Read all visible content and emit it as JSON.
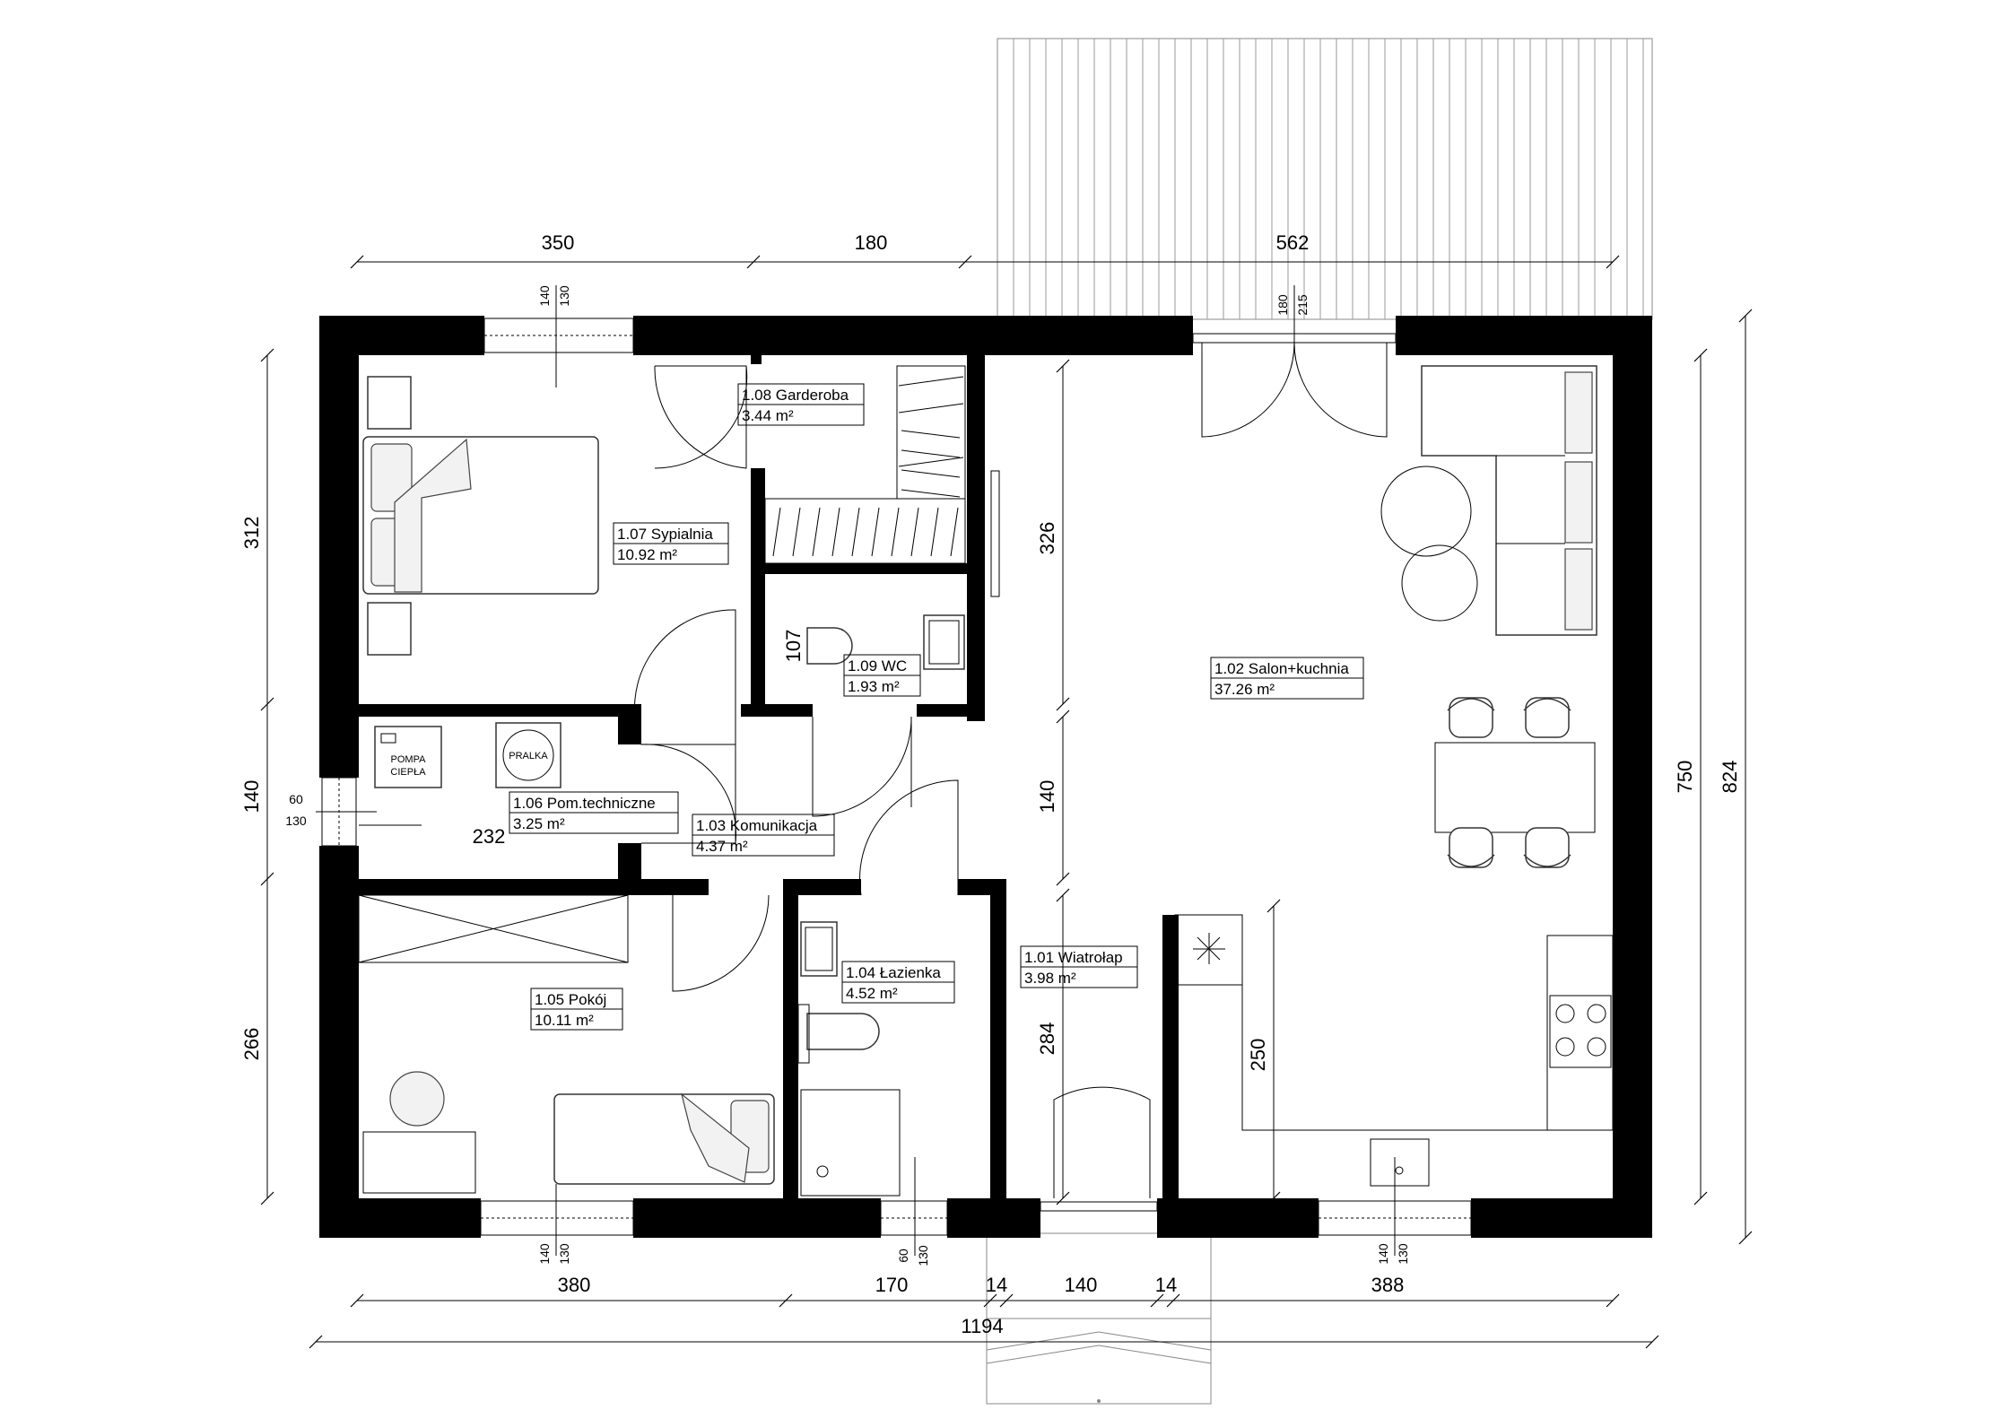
{
  "rooms": [
    {
      "id": "1.01",
      "label": "1.01 Wiatrołap",
      "area": "3.98 m²"
    },
    {
      "id": "1.02",
      "label": "1.02 Salon+kuchnia",
      "area": "37.26 m²"
    },
    {
      "id": "1.03",
      "label": "1.03 Komunikacja",
      "area": "4.37 m²"
    },
    {
      "id": "1.04",
      "label": "1.04 Łazienka",
      "area": "4.52 m²"
    },
    {
      "id": "1.05",
      "label": "1.05 Pokój",
      "area": "10.11 m²"
    },
    {
      "id": "1.06",
      "label": "1.06 Pom.techniczne",
      "area": "3.25 m²"
    },
    {
      "id": "1.07",
      "label": "1.07 Sypialnia",
      "area": "10.92 m²"
    },
    {
      "id": "1.08",
      "label": "1.08 Garderoba",
      "area": "3.44 m²"
    },
    {
      "id": "1.09",
      "label": "1.09 WC",
      "area": "1.93 m²"
    }
  ],
  "dimensions": {
    "top": [
      "350",
      "180",
      "562"
    ],
    "bottom": [
      "380",
      "170",
      "14",
      "140",
      "14",
      "388"
    ],
    "total_width": "1194",
    "left": [
      "312",
      "140",
      "266"
    ],
    "right_inner": "750",
    "right_outer": "824",
    "interior": {
      "wardrobe_depth": "326",
      "wc_height": "107",
      "corridor": "140",
      "hall": "284",
      "kitchen": "250",
      "tech_room": "232"
    },
    "openings": {
      "bedroom_window": [
        "140",
        "130"
      ],
      "terrace_door": [
        "180",
        "215"
      ],
      "tech_window": [
        "60",
        "130"
      ],
      "room_window": [
        "140",
        "130"
      ],
      "bath_window": [
        "60",
        "130"
      ],
      "kitchen_window": [
        "140",
        "130"
      ]
    }
  },
  "equipment": {
    "heat_pump_line1": "POMPA",
    "heat_pump_line2": "CIEPŁA",
    "washer": "PRALKA"
  }
}
